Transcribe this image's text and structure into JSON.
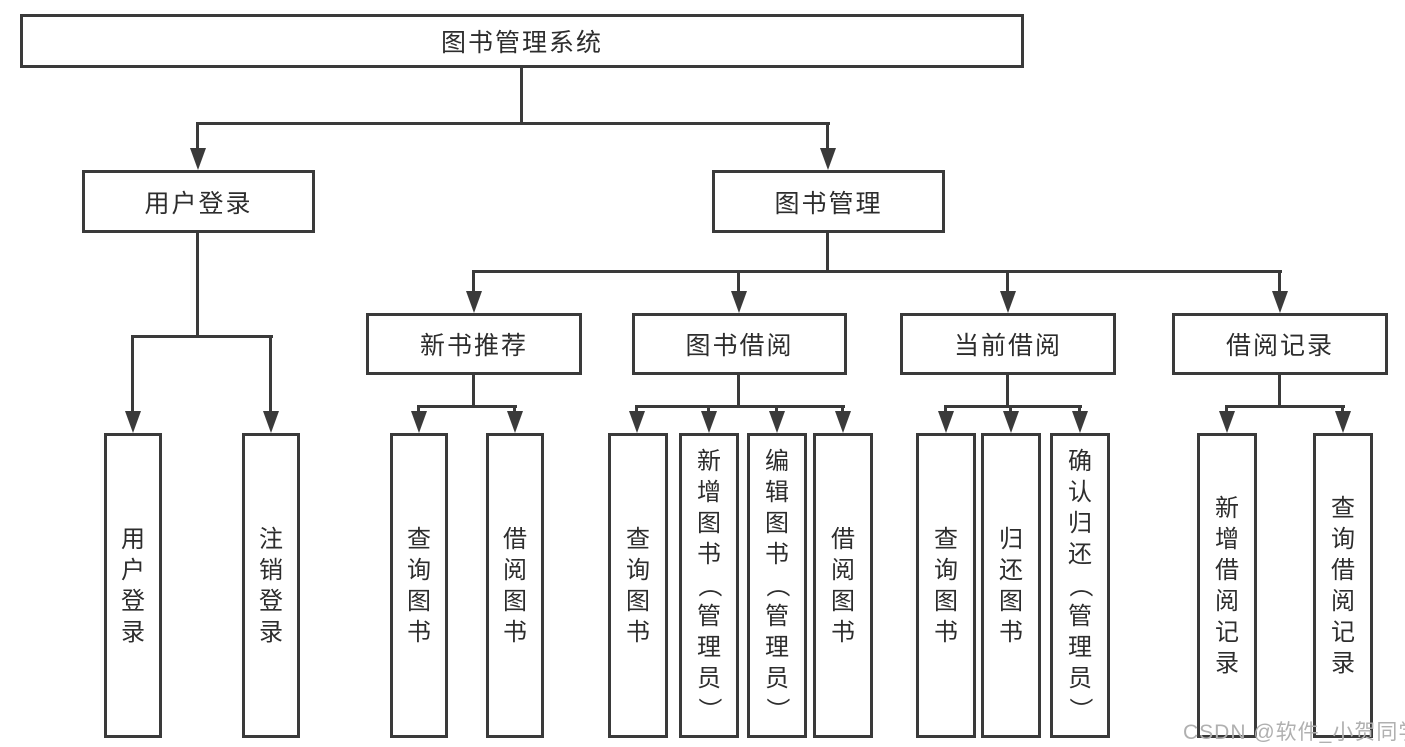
{
  "root": {
    "label": "图书管理系统"
  },
  "level2": [
    {
      "label": "用户登录",
      "children": [
        {
          "label": "用户登录"
        },
        {
          "label": "注销登录"
        }
      ]
    },
    {
      "label": "图书管理",
      "children": [
        {
          "label": "新书推荐",
          "children": [
            {
              "label": "查询图书"
            },
            {
              "label": "借阅图书"
            }
          ]
        },
        {
          "label": "图书借阅",
          "children": [
            {
              "label": "查询图书"
            },
            {
              "label": "新增图书（管理员）"
            },
            {
              "label": "编辑图书（管理员）"
            },
            {
              "label": "借阅图书"
            }
          ]
        },
        {
          "label": "当前借阅",
          "children": [
            {
              "label": "查询图书"
            },
            {
              "label": "归还图书"
            },
            {
              "label": "确认归还（管理员）"
            }
          ]
        },
        {
          "label": "借阅记录",
          "children": [
            {
              "label": "新增借阅记录"
            },
            {
              "label": "查询借阅记录"
            }
          ]
        }
      ]
    }
  ],
  "watermark": {
    "text": "CSDN @软件_小贺同学"
  },
  "colors": {
    "line": "#3a3a3a",
    "text": "#2d2d2d",
    "watermark": "#b0b0b0",
    "background": "#ffffff"
  }
}
